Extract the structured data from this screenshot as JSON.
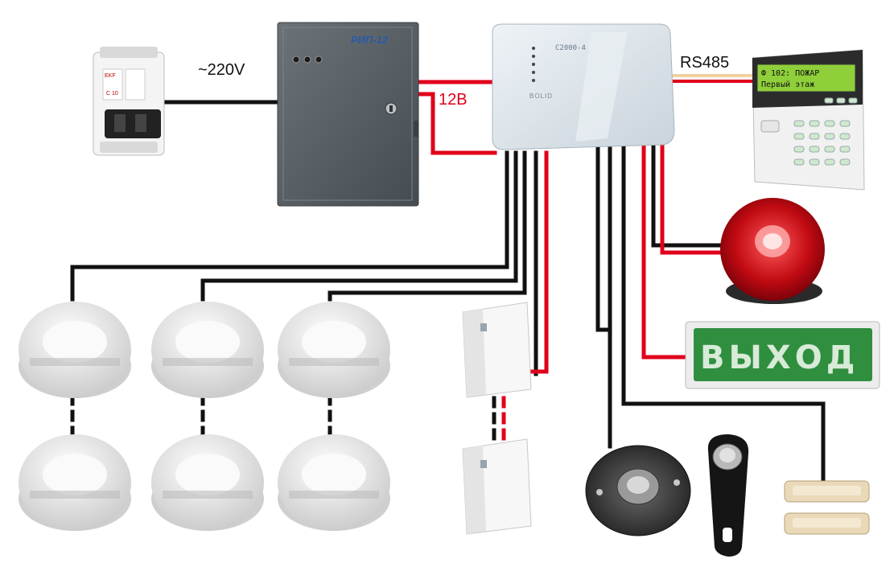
{
  "labels": {
    "mains_voltage": "~220V",
    "supply_voltage": "12В",
    "bus": "RS485"
  },
  "devices": {
    "power_supply_label": "РИП-12",
    "controller_model": "С2000-4",
    "controller_brand": "BOLID",
    "keypad_line1": "Ф 102: ПОЖАР",
    "keypad_line2": "Первый этаж",
    "exit_sign_text": "ВЫХОД",
    "breaker_brand": "EKF",
    "breaker_rating": "С 10"
  },
  "colors": {
    "power_wire": "#e0001b",
    "signal_wire": "#111111",
    "rs485_wire": "#f2d0a0",
    "exit_sign_green": "#2f8f3f",
    "lcd_green": "#8fcf3a",
    "cabinet": "#5a6166",
    "controller": "#dfe6ec"
  }
}
